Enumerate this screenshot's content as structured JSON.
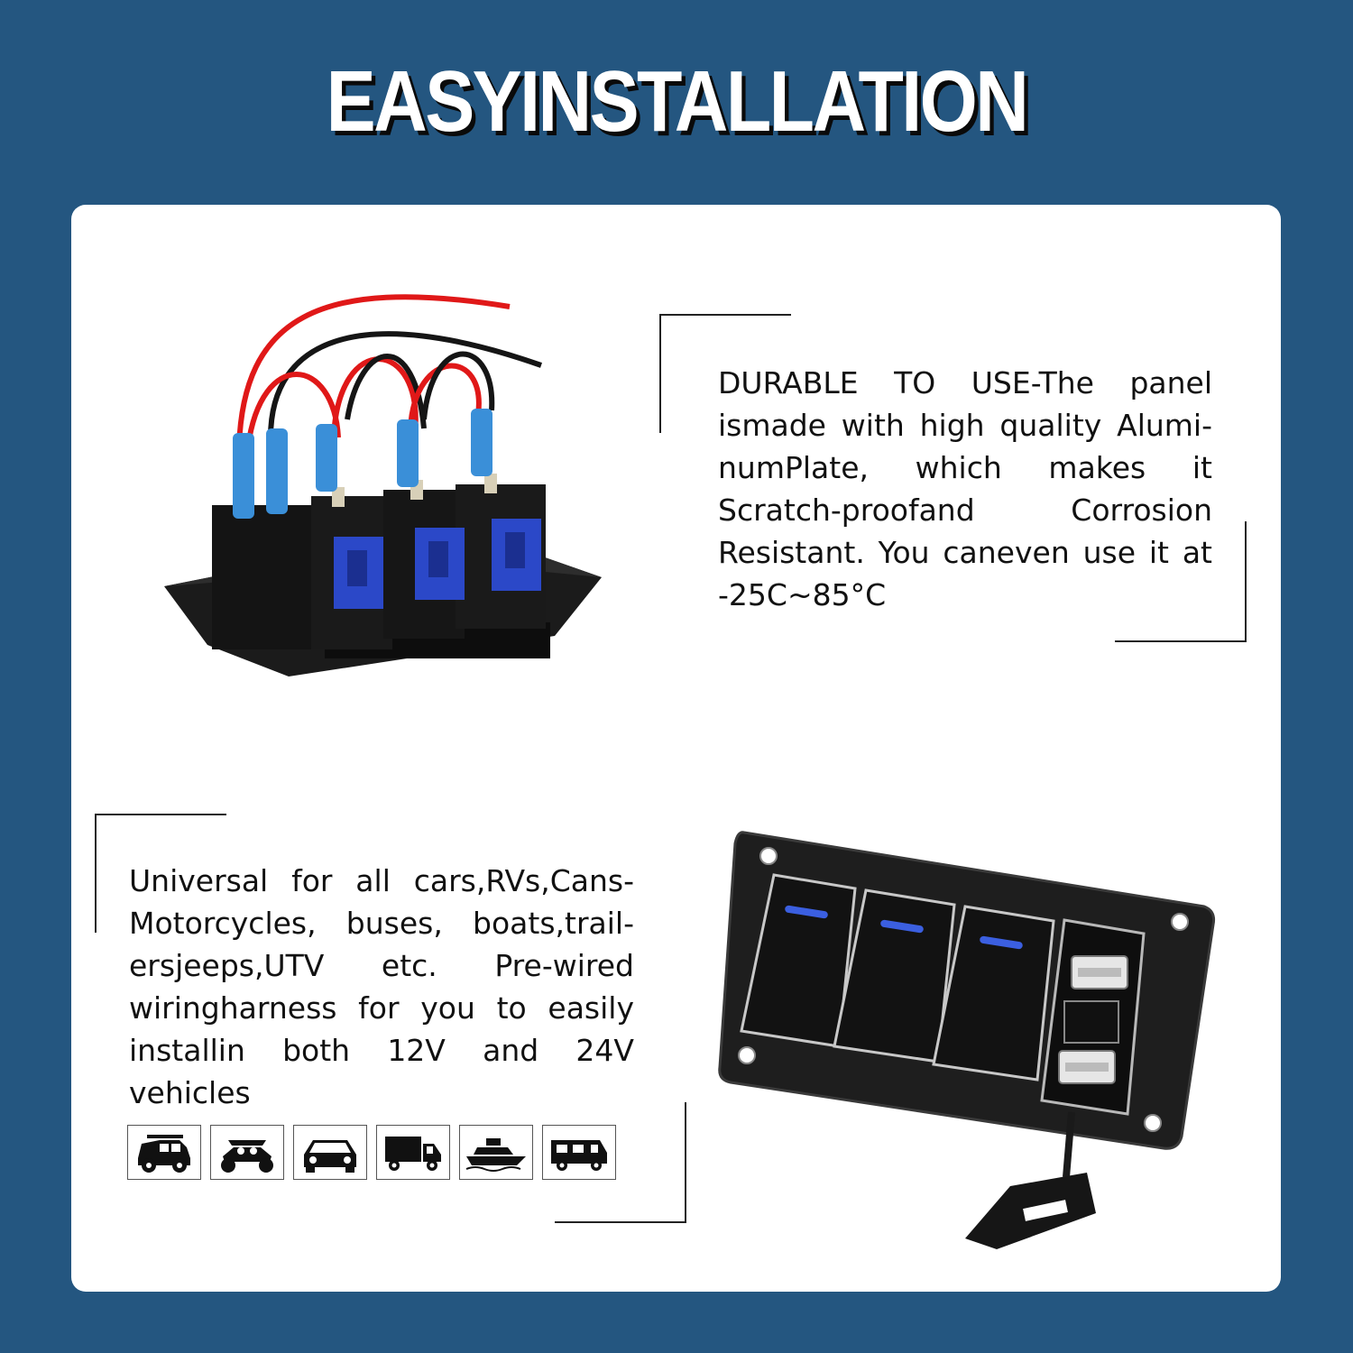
{
  "header": {
    "title": "EASYINSTALLATION"
  },
  "feature_durable": {
    "text": "DURABLE TO USE-The panel ismade with high quality Alumi-numPlate, which makes it Scratch-proofand Corrosion Resistant. You caneven use it at -25C~85°C"
  },
  "feature_universal": {
    "text": "Universal for all cars,RVs,Cans-Motorcycles, buses, boats,trail-ersjeeps,UTV etc. Pre-wired wiringharness for you to easily installin both 12V and 24V vehicles"
  },
  "vehicle_icons": [
    "jeep-icon",
    "utv-icon",
    "car-icon",
    "truck-icon",
    "boat-icon",
    "rv-icon"
  ],
  "colors": {
    "background": "#245680",
    "card": "#ffffff",
    "switch_led": "#3b5fe0",
    "connector": "#3a8fd8",
    "wire_red": "#e01818",
    "wire_black": "#151515"
  }
}
